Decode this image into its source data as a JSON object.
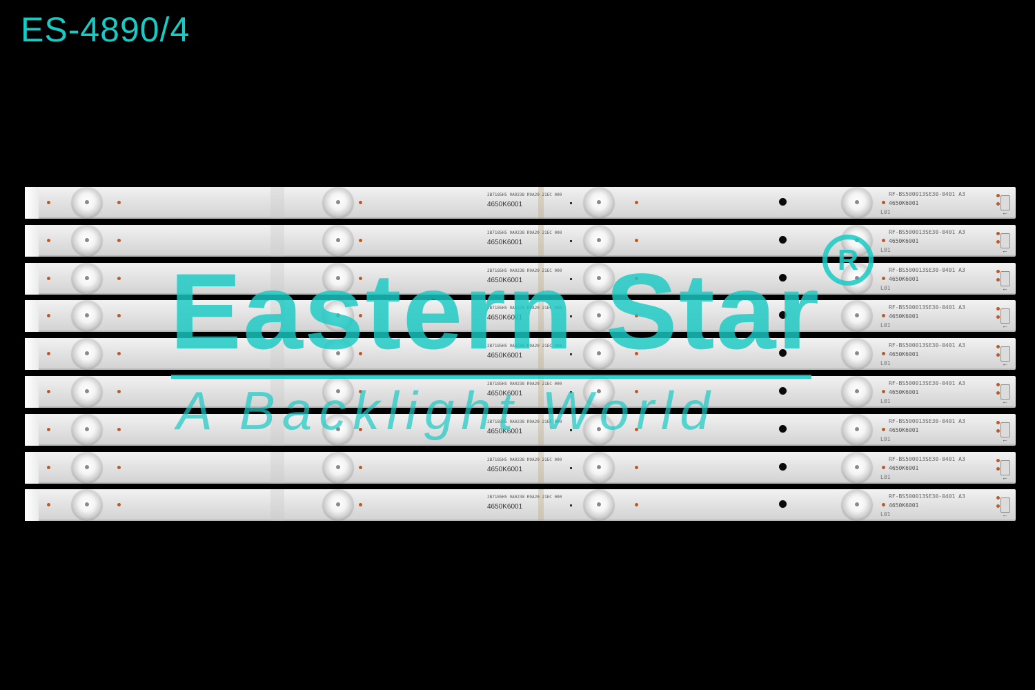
{
  "product": {
    "code": "ES-4890/4"
  },
  "strip": {
    "barcode_text": "2B7185H5 9A0238 R9A20 21EC 000",
    "part_code": "4650K6001",
    "model": "RF-BS500013SE30-0401 A3",
    "part_code_right": "4650K6001",
    "line_mark": "L01",
    "count": 9
  },
  "watermark": {
    "brand": "Eastern Star",
    "registered_mark": "R",
    "tagline": "A Backlight World",
    "color": "#19c9c3"
  },
  "colors": {
    "background": "#000000",
    "label": "#19c9c3",
    "strip": "#e6e6e6"
  }
}
